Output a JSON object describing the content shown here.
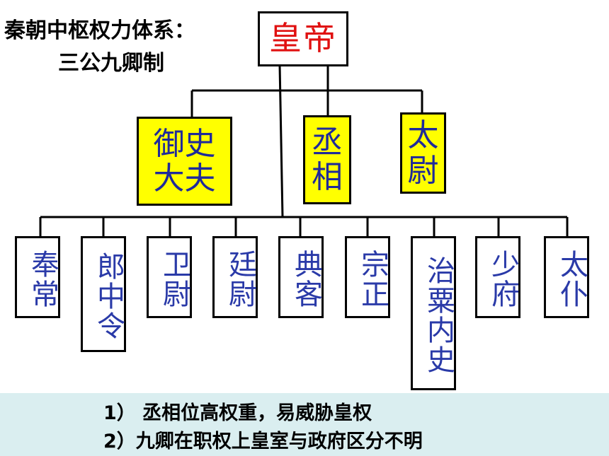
{
  "title": {
    "line1": "秦朝中枢权力体系：",
    "line2": "三公九卿制"
  },
  "emperor": "皇帝",
  "sangong": [
    {
      "id": "yushi",
      "label": "御史\n大夫"
    },
    {
      "id": "chengxiang",
      "label": "丞\n相"
    },
    {
      "id": "taiwei",
      "label": "太\n尉"
    }
  ],
  "jiuqing": [
    "奉常",
    "郎中令",
    "卫尉",
    "廷尉",
    "典客",
    "宗正",
    "治粟内史",
    "少府",
    "太仆"
  ],
  "notes": [
    "1） 丞相位高权重，易威胁皇权",
    "2）九卿在职权上皇室与政府区分不明"
  ],
  "colors": {
    "emperor_text": "#e01010",
    "official_text": "#2a3aa8",
    "gong_fill": "#ffff00",
    "note_bg": "#daeef0"
  }
}
